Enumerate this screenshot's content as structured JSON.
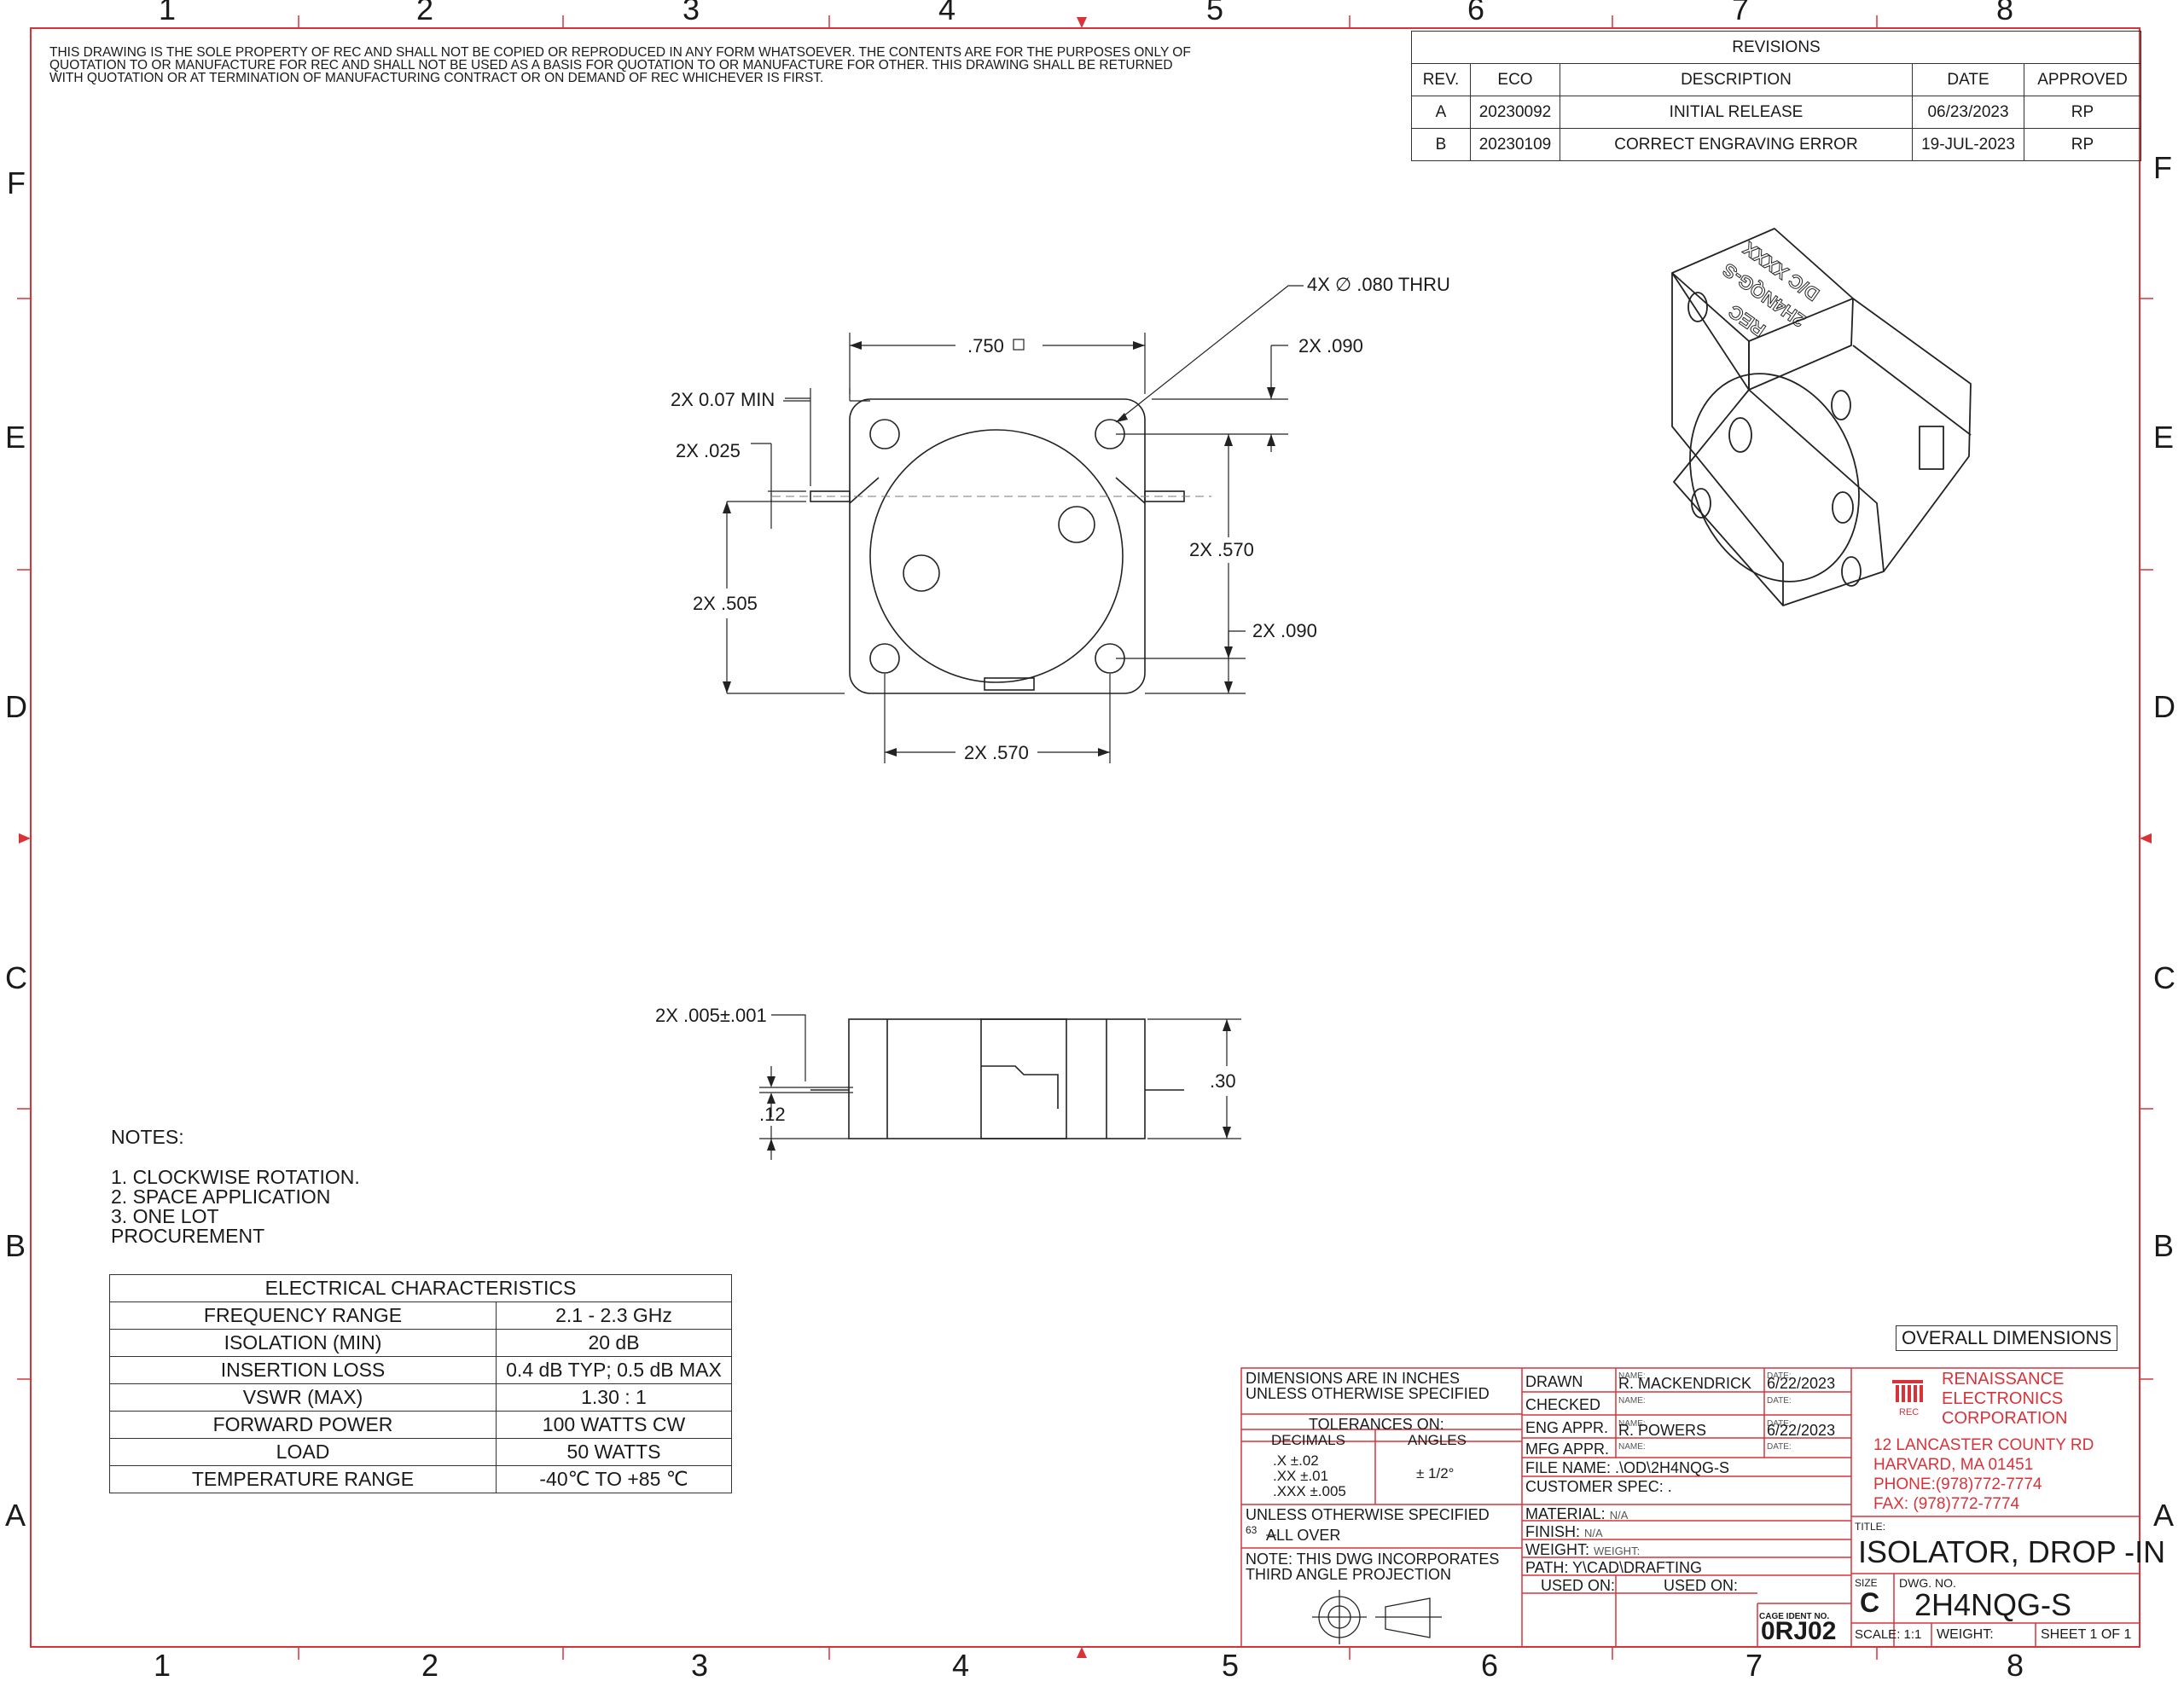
{
  "border": {
    "columns": [
      "1",
      "2",
      "3",
      "4",
      "5",
      "6",
      "7",
      "8"
    ],
    "rows": [
      "F",
      "E",
      "D",
      "C",
      "B",
      "A"
    ]
  },
  "disclaimer": [
    "THIS DRAWING IS THE SOLE PROPERTY OF REC AND SHALL NOT BE COPIED OR REPRODUCED IN ANY FORM WHATSOEVER. THE CONTENTS ARE FOR THE PURPOSES ONLY OF",
    "QUOTATION TO OR MANUFACTURE FOR REC AND SHALL NOT BE USED AS A BASIS FOR QUOTATION TO OR MANUFACTURE FOR OTHER. THIS DRAWING SHALL BE RETURNED",
    "WITH QUOTATION OR AT TERMINATION OF MANUFACTURING CONTRACT OR ON DEMAND OF REC WHICHEVER IS FIRST."
  ],
  "revisions": {
    "title": "REVISIONS",
    "headers": [
      "REV.",
      "ECO",
      "DESCRIPTION",
      "DATE",
      "APPROVED"
    ],
    "rows": [
      [
        "A",
        "20230092",
        "INITIAL RELEASE",
        "06/23/2023",
        "RP"
      ],
      [
        "B",
        "20230109",
        "CORRECT ENGRAVING ERROR",
        "19-JUL-2023",
        "RP"
      ]
    ]
  },
  "top_view": {
    "hole_note": "4X ∅ .080 THRU",
    "dims": {
      "width": ".750",
      "top_offset": "2X .090",
      "min": "2X 0.07 MIN",
      "tab": "2X .025",
      "hole_vert": "2X .570",
      "tab_height": "2X .505",
      "bottom_offset": "2X .090",
      "hole_horiz": "2X .570"
    }
  },
  "side_view": {
    "dims": {
      "thickness": "2X .005±.001",
      "tab_height": ".12",
      "height": ".30"
    }
  },
  "iso_view": {
    "engraving": [
      "REC",
      "2H4NQG-S",
      "D/C XXXX"
    ]
  },
  "notes": {
    "heading": "NOTES:",
    "items": [
      "1.    CLOCKWISE ROTATION.",
      "2.    SPACE APPLICATION",
      "3.    ONE LOT",
      "PROCUREMENT"
    ]
  },
  "electrical": {
    "title": "ELECTRICAL CHARACTERISTICS",
    "rows": [
      [
        "FREQUENCY RANGE",
        "2.1 - 2.3 GHz"
      ],
      [
        "ISOLATION (MIN)",
        "20 dB"
      ],
      [
        "INSERTION LOSS",
        "0.4 dB TYP; 0.5 dB MAX"
      ],
      [
        "VSWR (MAX)",
        "1.30 : 1"
      ],
      [
        "FORWARD POWER",
        "100 WATTS CW"
      ],
      [
        "LOAD",
        "50 WATTS"
      ],
      [
        "TEMPERATURE RANGE",
        "-40℃ TO +85 ℃"
      ]
    ]
  },
  "overall_dimensions": "OVERALL DIMENSIONS",
  "title_block": {
    "dims_note_1": "DIMENSIONS ARE IN INCHES",
    "dims_note_2": "UNLESS OTHERWISE SPECIFIED",
    "tolerances": "TOLERANCES ON:",
    "decimals": "DECIMALS",
    "angles": "ANGLES",
    "tol_x": ".X     ±.02",
    "tol_xx": ".XX   ±.01",
    "tol_xxx": ".XXX ±.005",
    "tol_angle": "± 1/2°",
    "finish_note_1": "UNLESS OTHERWISE SPECIFIED",
    "finish_note_2": "ALL OVER",
    "finish_sym": "63",
    "projection_1": "NOTE: THIS DWG INCORPORATES",
    "projection_2": "THIRD ANGLE PROJECTION",
    "drawn": "DRAWN",
    "checked": "CHECKED",
    "eng_appr": "ENG APPR.",
    "mfg_appr": "MFG APPR.",
    "name_lbl": "NAME:",
    "date_lbl": "DATE:",
    "drawn_name": "R. MACKENDRICK",
    "drawn_date": "6/22/2023",
    "eng_name": "R. POWERS",
    "eng_date": "6/22/2023",
    "file_name": "FILE NAME: .\\OD\\2H4NQG-S",
    "customer_spec": "CUSTOMER SPEC: .",
    "material_lbl": "MATERIAL:",
    "material_val": "N/A",
    "finish_lbl": "FINISH:",
    "finish_val": "N/A",
    "weight_lbl": "WEIGHT:",
    "weight_val": "WEIGHT:",
    "path": "PATH: Y\\CAD\\DRAFTING",
    "used_on_1": "USED ON:",
    "used_on_2": "USED ON:",
    "cage_lbl": "CAGE IDENT NO.",
    "cage_val": "0RJ02",
    "company": [
      "RENAISSANCE",
      "ELECTRONICS",
      "CORPORATION"
    ],
    "logo_text": "REC",
    "address": [
      "12 LANCASTER COUNTY RD",
      "HARVARD, MA 01451",
      "PHONE:(978)772-7774",
      "FAX:  (978)772-7774"
    ],
    "title_lbl": "TITLE:",
    "title": "ISOLATOR, DROP -IN",
    "size_lbl": "SIZE",
    "size": "C",
    "dwg_lbl": "DWG.  NO.",
    "dwg_no": "2H4NQG-S",
    "scale": "SCALE: 1:1",
    "weight2": "WEIGHT:",
    "sheet": "SHEET 1 OF 1"
  }
}
